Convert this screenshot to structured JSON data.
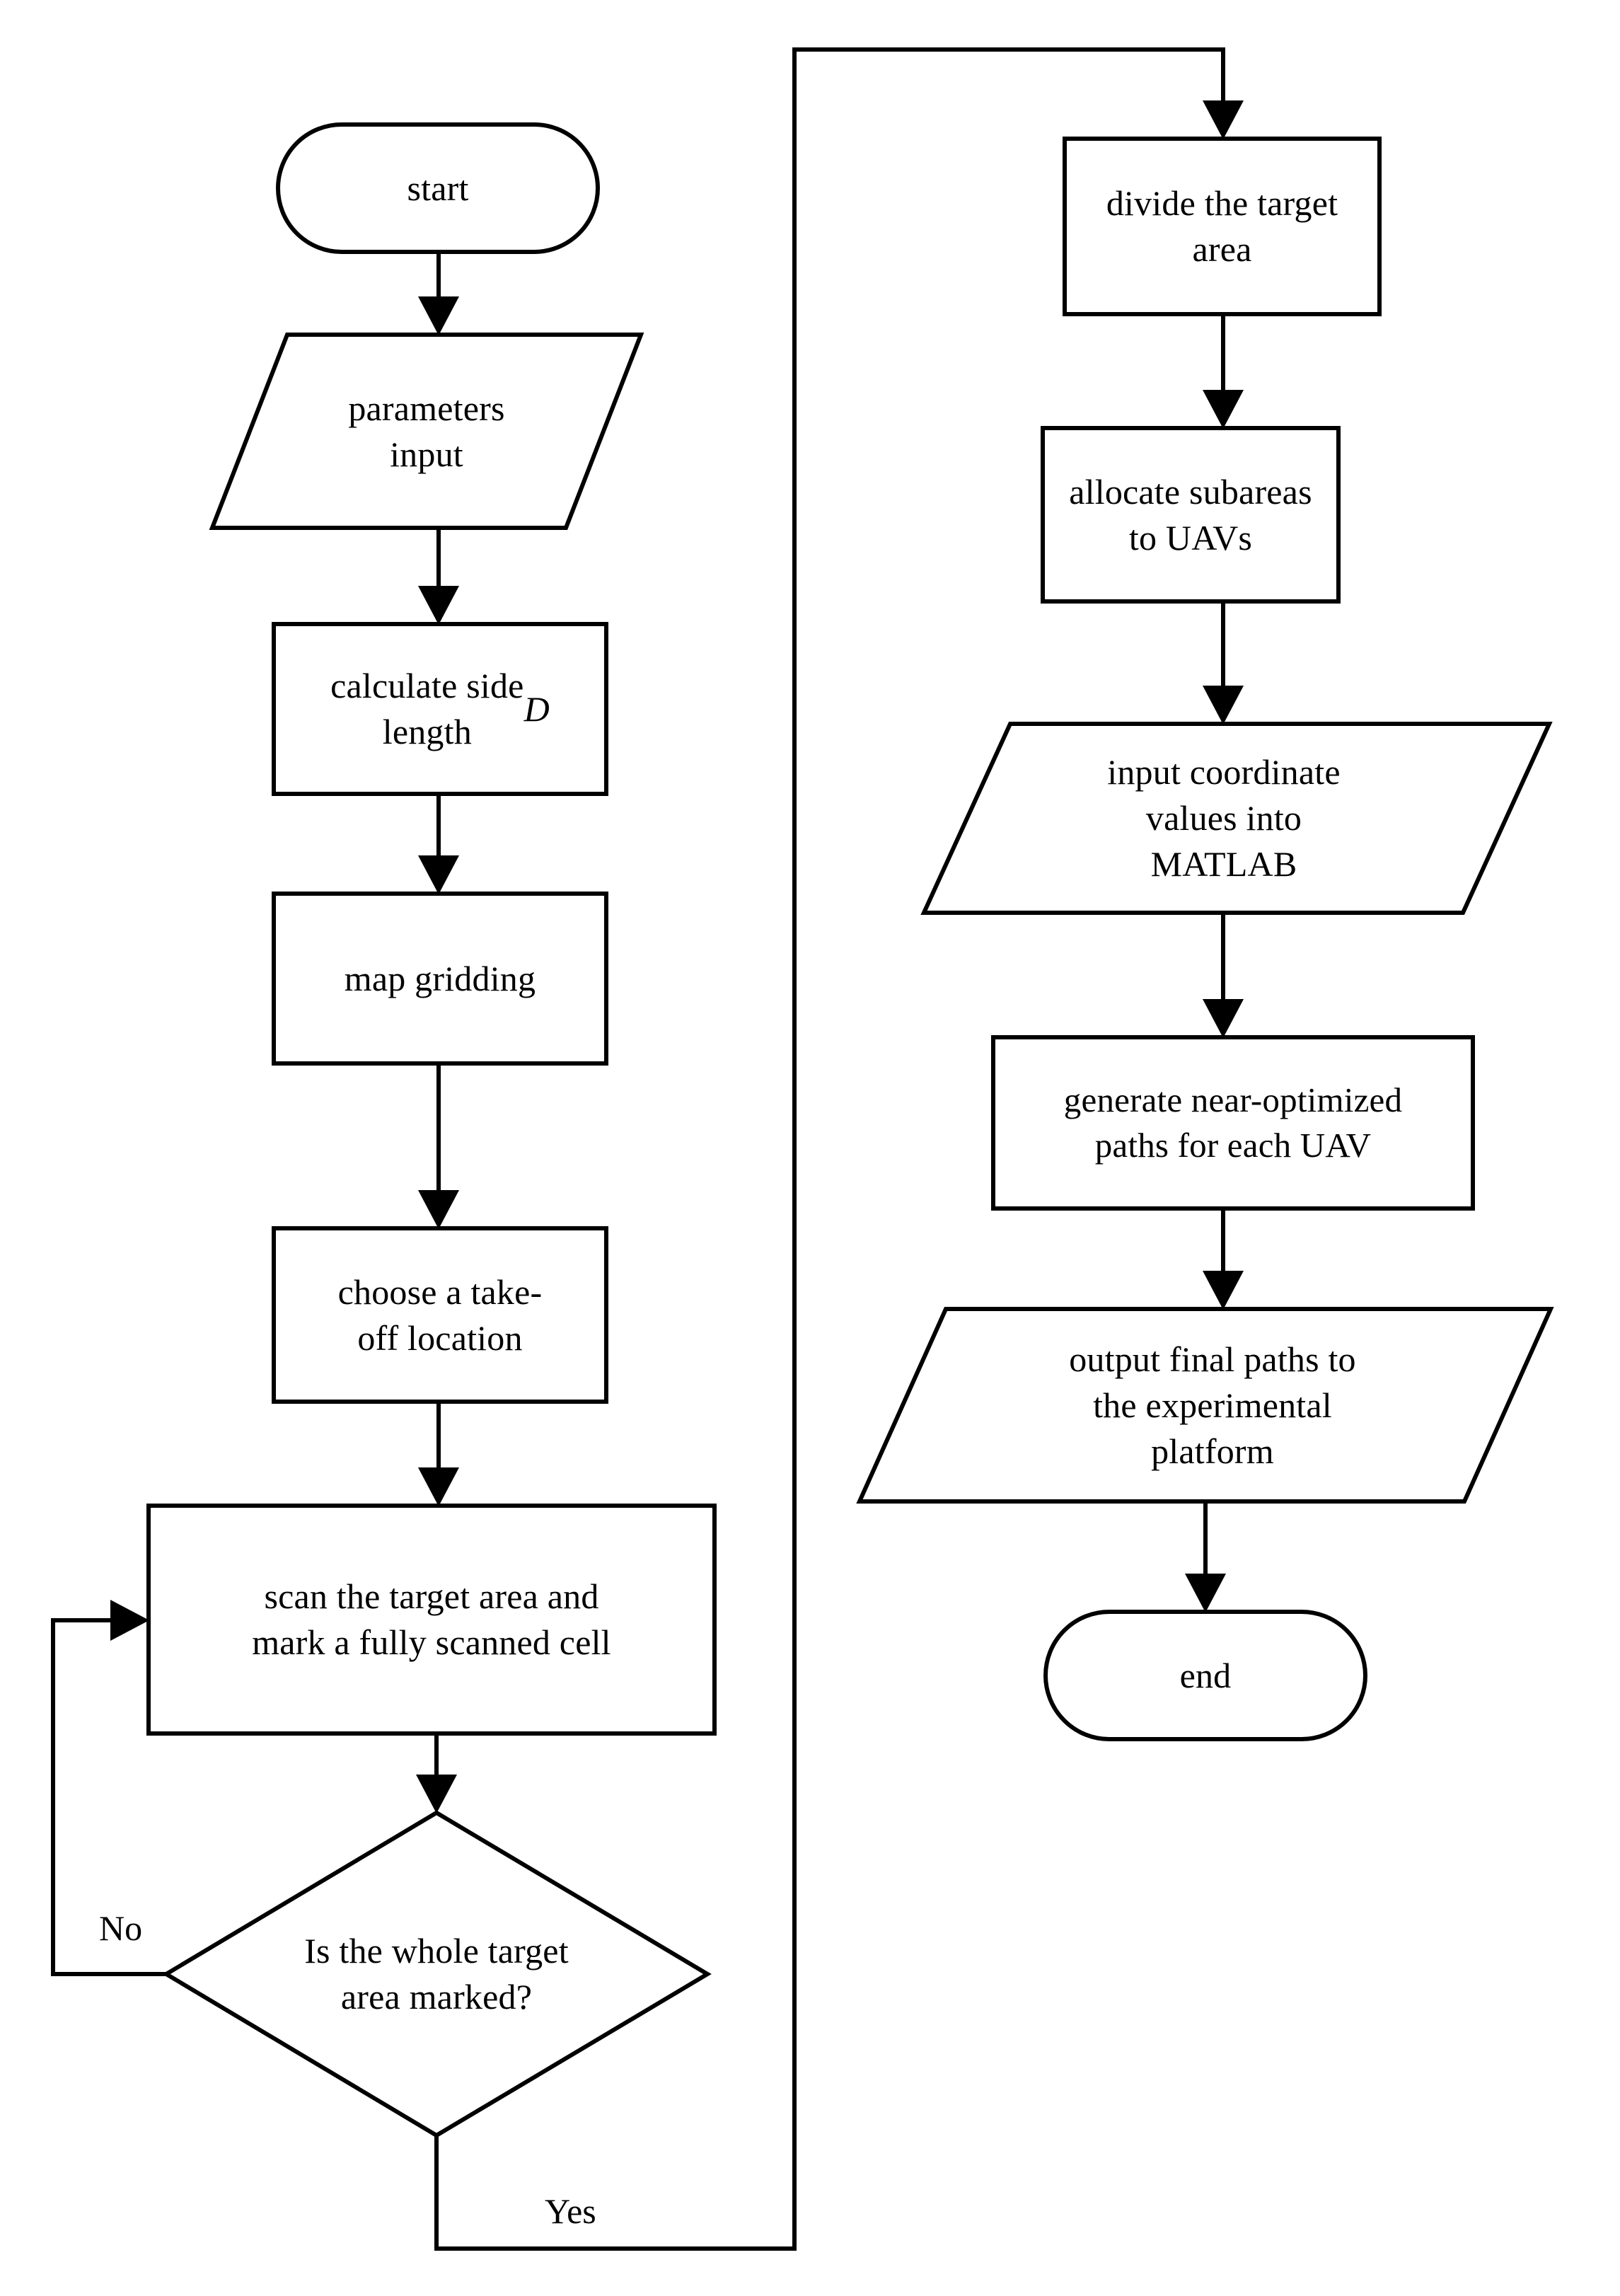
{
  "diagram": {
    "type": "flowchart",
    "title": "UAV coverage path planning flowchart",
    "orientation": "two-column, top-to-bottom, left column then right column",
    "line_color": "#000000",
    "fill_color": "#ffffff",
    "background": "#ffffff"
  },
  "nodes": {
    "start": {
      "label": "start",
      "shape": "terminator"
    },
    "parameters_input": {
      "label": "parameters\ninput",
      "shape": "parallelogram"
    },
    "calculate_side_length": {
      "label": "calculate side\nlength ",
      "label_var": "D",
      "shape": "process"
    },
    "map_gridding": {
      "label": "map gridding",
      "shape": "process"
    },
    "choose_takeoff": {
      "label": "choose a take-\noff location",
      "shape": "process"
    },
    "scan_target_area": {
      "label": "scan the target area and\nmark a fully scanned cell",
      "shape": "process"
    },
    "decision_marked": {
      "label": "Is the whole target\narea marked?",
      "shape": "decision"
    },
    "divide_target_area": {
      "label": "divide the target\narea",
      "shape": "process"
    },
    "allocate_subareas": {
      "label": "allocate subareas\nto UAVs",
      "shape": "process"
    },
    "input_coordinates": {
      "label": "input coordinate\nvalues into\nMATLAB",
      "shape": "parallelogram"
    },
    "generate_paths": {
      "label": "generate near-optimized\npaths for each UAV",
      "shape": "process"
    },
    "output_paths": {
      "label": "output final paths to\nthe experimental\nplatform",
      "shape": "parallelogram"
    },
    "end": {
      "label": "end",
      "shape": "terminator"
    }
  },
  "edge_labels": {
    "no": "No",
    "yes": "Yes"
  },
  "edges": [
    {
      "from": "start",
      "to": "parameters_input",
      "label": ""
    },
    {
      "from": "parameters_input",
      "to": "calculate_side_length",
      "label": ""
    },
    {
      "from": "calculate_side_length",
      "to": "map_gridding",
      "label": ""
    },
    {
      "from": "map_gridding",
      "to": "choose_takeoff",
      "label": ""
    },
    {
      "from": "choose_takeoff",
      "to": "scan_target_area",
      "label": ""
    },
    {
      "from": "scan_target_area",
      "to": "decision_marked",
      "label": ""
    },
    {
      "from": "decision_marked",
      "to": "scan_target_area",
      "label": "No"
    },
    {
      "from": "decision_marked",
      "to": "divide_target_area",
      "label": "Yes"
    },
    {
      "from": "divide_target_area",
      "to": "allocate_subareas",
      "label": ""
    },
    {
      "from": "allocate_subareas",
      "to": "input_coordinates",
      "label": ""
    },
    {
      "from": "input_coordinates",
      "to": "generate_paths",
      "label": ""
    },
    {
      "from": "generate_paths",
      "to": "output_paths",
      "label": ""
    },
    {
      "from": "output_paths",
      "to": "end",
      "label": ""
    }
  ]
}
